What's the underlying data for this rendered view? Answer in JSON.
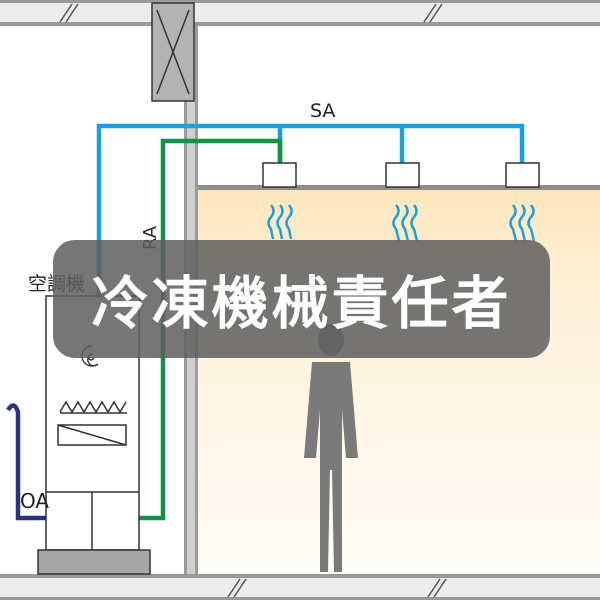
{
  "diagram": {
    "labels": {
      "supply_air": "SA",
      "return_air": "RA",
      "air_handler": "空調機",
      "outside_air": "OA"
    },
    "banner_title": "冷凍機械責任者",
    "colors": {
      "supply_duct": "#1aa0de",
      "return_duct": "#15924a",
      "outside_air_duct": "#27337a",
      "room_warm": "#fdeccc",
      "room_light": "#fffaf0",
      "wall_gray": "#8e8e8e",
      "person": "#7a7a7a",
      "banner": "#5f5f5f"
    },
    "icons": [
      "airflow-icon",
      "person-icon",
      "fan-icon",
      "heater-coil-icon",
      "filter-icon",
      "damper-icon"
    ]
  }
}
